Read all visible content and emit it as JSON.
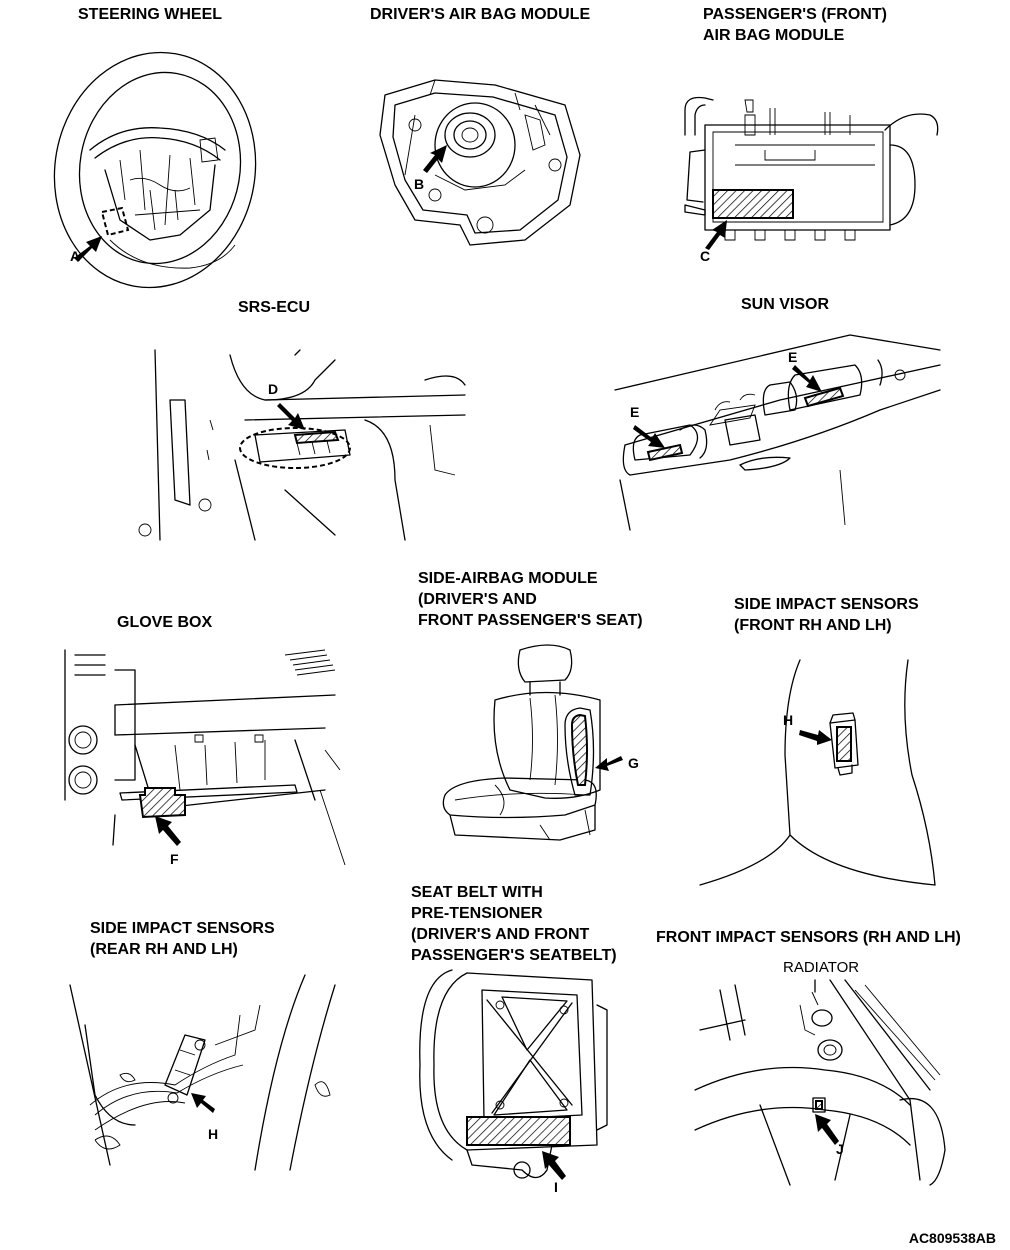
{
  "panels": {
    "steering_wheel": {
      "title": "STEERING WHEEL",
      "label": "A"
    },
    "driver_airbag": {
      "title": "DRIVER'S AIR BAG MODULE",
      "label": "B"
    },
    "passenger_airbag": {
      "title": "PASSENGER'S (FRONT)\nAIR BAG MODULE",
      "label": "C"
    },
    "srs_ecu": {
      "title": "SRS-ECU",
      "label": "D"
    },
    "sun_visor": {
      "title": "SUN VISOR",
      "label_1": "E",
      "label_2": "E"
    },
    "glove_box": {
      "title": "GLOVE BOX",
      "label": "F"
    },
    "side_airbag": {
      "title": "SIDE-AIRBAG MODULE\n(DRIVER'S AND\nFRONT PASSENGER'S SEAT)",
      "label": "G"
    },
    "side_sensor_front": {
      "title": "SIDE IMPACT SENSORS\n(FRONT RH AND LH)",
      "label": "H"
    },
    "side_sensor_rear": {
      "title": "SIDE IMPACT SENSORS\n(REAR RH AND LH)",
      "label": "H"
    },
    "seat_belt": {
      "title": "SEAT BELT WITH\nPRE-TENSIONER\n(DRIVER'S AND FRONT\nPASSENGER'S SEATBELT)",
      "label": "I"
    },
    "front_sensor": {
      "title": "FRONT IMPACT SENSORS (RH AND LH)",
      "label": "J",
      "callout": "RADIATOR"
    }
  },
  "figure_code": "AC809538AB"
}
